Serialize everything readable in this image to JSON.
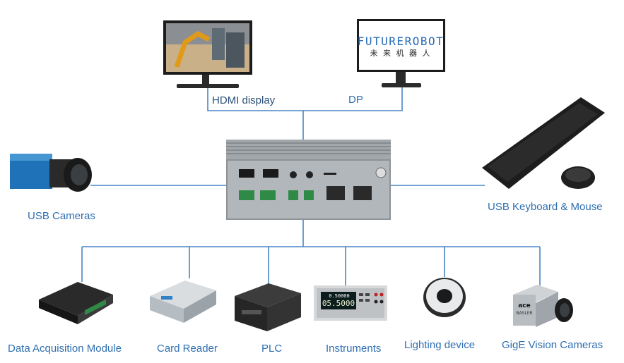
{
  "colors": {
    "line": "#4a86c5",
    "label": "#2f6fb0"
  },
  "labels": {
    "hdmi": "HDMI display",
    "dp": "DP",
    "usb_cameras": "USB Cameras",
    "usb_keyboard": "USB Keyboard & Mouse",
    "daq": "Data Acquisition Module",
    "card_reader": "Card Reader",
    "plc": "PLC",
    "instruments": "Instruments",
    "lighting": "Lighting device",
    "gige": "GigE Vision Cameras"
  },
  "screens": {
    "logo": "FUTUREROBOT",
    "logo_cn": "未 来 机 器 人"
  },
  "instrument_display": {
    "top": "0.50000",
    "main": "05.5000"
  },
  "camera_brand": {
    "line1": "ace",
    "line2": "BASLER"
  }
}
